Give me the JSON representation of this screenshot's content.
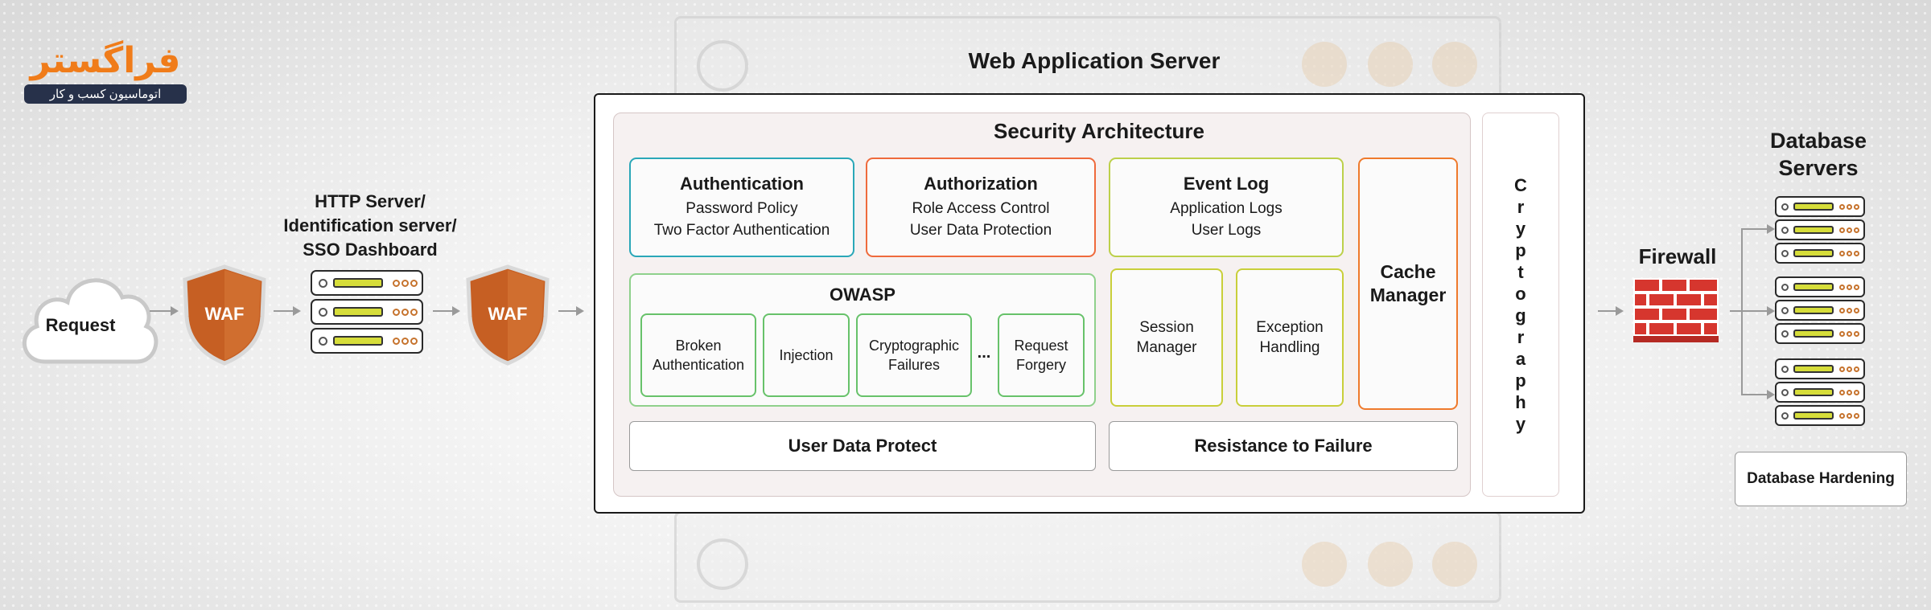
{
  "logo": {
    "name": "فراگستر",
    "tagline": "اتوماسیون کسب و کار"
  },
  "request": {
    "label": "Request"
  },
  "waf": {
    "label_1": "WAF",
    "label_2": "WAF"
  },
  "http_server": {
    "title_lines": [
      "HTTP Server/",
      "Identification server/",
      "SSO  Dashboard"
    ]
  },
  "web_app_server": {
    "title": "Web Application Server"
  },
  "security_architecture": {
    "title": "Security Architecture",
    "authentication": {
      "title": "Authentication",
      "lines": [
        "Password Policy",
        "Two Factor Authentication"
      ]
    },
    "authorization": {
      "title": "Authorization",
      "lines": [
        "Role Access Control",
        "User Data Protection"
      ]
    },
    "event_log": {
      "title": "Event Log",
      "lines": [
        "Application Logs",
        "User Logs"
      ]
    },
    "cache_manager": {
      "lines": [
        "Cache",
        "Manager"
      ]
    },
    "owasp": {
      "title": "OWASP",
      "items": [
        {
          "lines": [
            "Broken",
            "Authentication"
          ]
        },
        {
          "lines": [
            "Injection"
          ]
        },
        {
          "lines": [
            "Cryptographic",
            "Failures"
          ]
        },
        {
          "lines": [
            "Request",
            "Forgery"
          ]
        }
      ],
      "ellipsis": "..."
    },
    "session_manager": {
      "lines": [
        "Session",
        "Manager"
      ]
    },
    "exception_handling": {
      "lines": [
        "Exception",
        "Handling"
      ]
    },
    "user_data_protect": "User Data Protect",
    "resistance_to_failure": "Resistance to Failure"
  },
  "cryptography": {
    "letters": [
      "C",
      "r",
      "y",
      "p",
      "t",
      "o",
      "g",
      "r",
      "a",
      "p",
      "h",
      "y"
    ]
  },
  "firewall": {
    "label": "Firewall"
  },
  "database": {
    "title_lines": [
      "Database",
      "Servers"
    ],
    "hardening": "Database Hardening"
  },
  "colors": {
    "brand_orange": "#f07c1a",
    "shield": "#c65f23",
    "authentication_border": "#2aa7b8",
    "authorization_border": "#ef6a3c",
    "event_log_border": "#bcd04a",
    "cache_border": "#ef7a2c",
    "owasp_border": "#8fd18c",
    "session_border": "#c9cf3a",
    "firewall_brick": "#d6362e"
  }
}
